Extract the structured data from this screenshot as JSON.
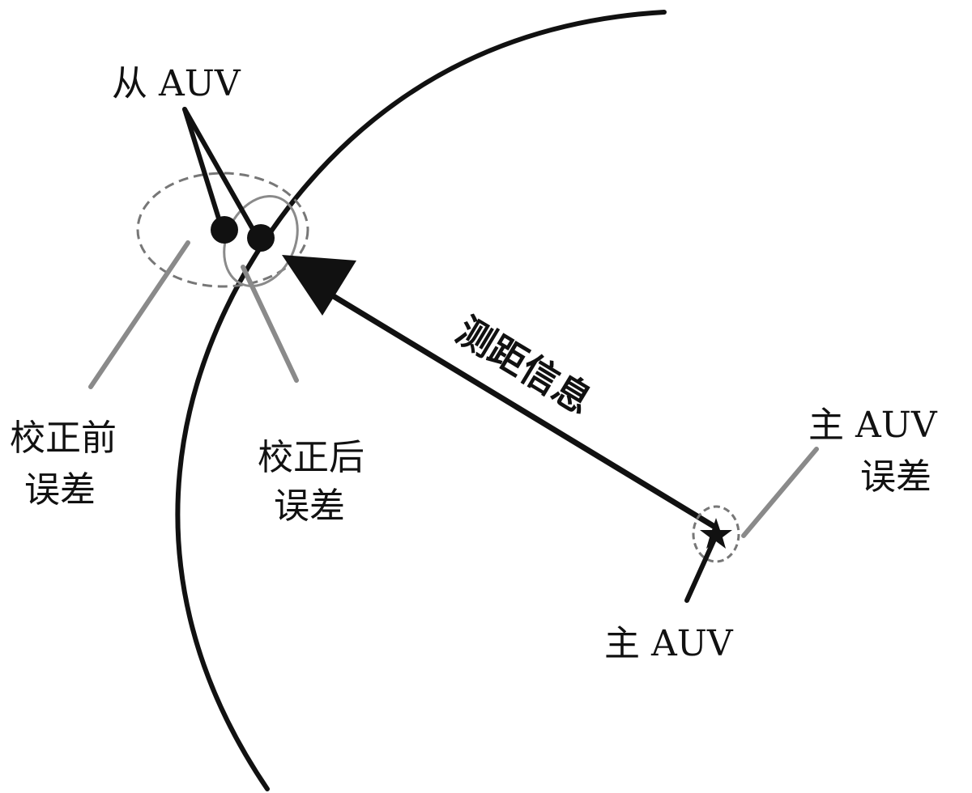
{
  "colors": {
    "ink": "#111111",
    "error_line": "#8a8a8a",
    "error_ellipse_dashed": "#777777",
    "error_ellipse_solid": "#8a8a8a",
    "background": "#ffffff"
  },
  "labels": {
    "slave_auv": "从 AUV",
    "ranging_info": "测距信息",
    "before_correction_line1": "校正前",
    "before_correction_line2": "误差",
    "after_correction_line1": "校正后",
    "after_correction_line2": "误差",
    "master_error_line1": "主 AUV",
    "master_error_line2": "误差",
    "master_auv": "主 AUV"
  },
  "icons": {
    "master_marker": "star-icon",
    "slave_position": "dot-icon"
  }
}
